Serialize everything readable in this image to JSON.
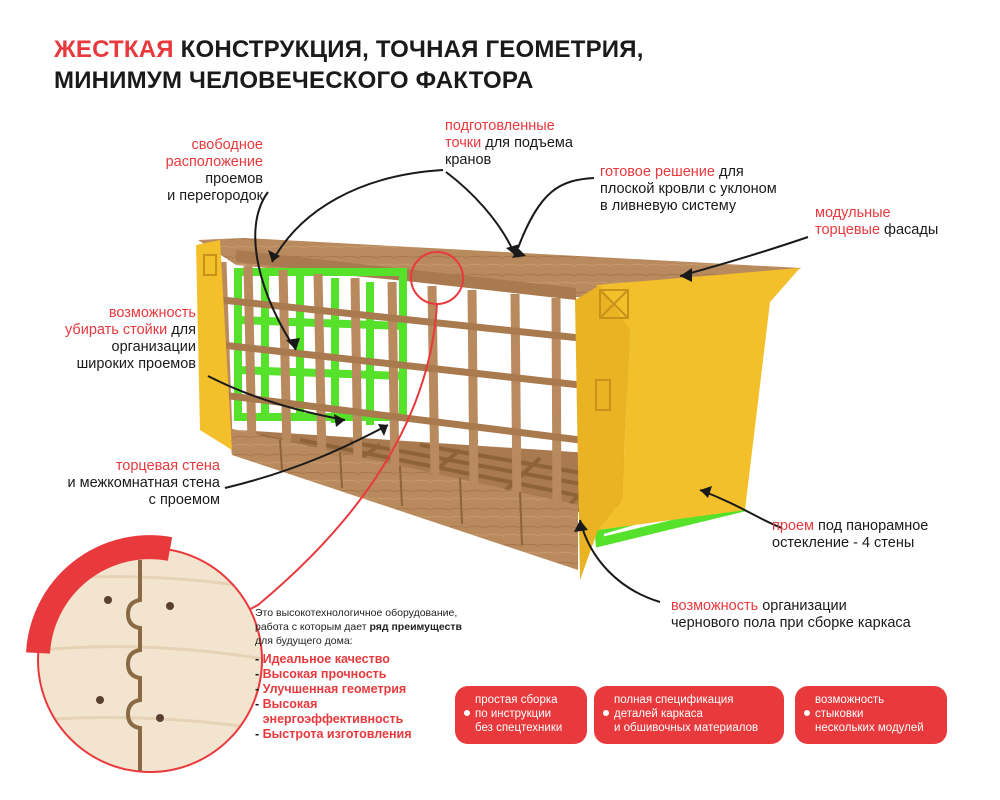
{
  "title": {
    "line1_accent": "ЖЕСТКАЯ",
    "line1_rest": " КОНСТРУКЦИЯ, ТОЧНАЯ ГЕОМЕТРИЯ,",
    "line2": "МИНИМУМ ЧЕЛОВЕЧЕСКОГО ФАКТОРА"
  },
  "callouts": {
    "free_layout": {
      "accent1": "свободное",
      "accent2": "расположение",
      "rest1": "проемов",
      "rest2": "и перегородок"
    },
    "crane_points": {
      "accent1": "подготовленные",
      "accent2": "точки",
      "rest2": " для подъема",
      "rest3": "кранов"
    },
    "flat_roof": {
      "accent": "готовое решение",
      "rest1": " для",
      "rest2": "плоской кровли с уклоном",
      "rest3": "в ливневую систему"
    },
    "modular_facades": {
      "accent1": "модульные",
      "accent2": "торцевые",
      "rest2": " фасады"
    },
    "remove_posts": {
      "accent1": "возможность",
      "accent2": "убирать стойки",
      "rest2": " для",
      "rest3": "организации",
      "rest4": "широких проемов"
    },
    "end_wall": {
      "accent": "торцевая стена",
      "rest1": "и межкомнатная стена",
      "rest2": "с проемом"
    },
    "panoramic": {
      "accent": "проем",
      "rest1": " под панорамное",
      "rest2": "остекление - 4 стены"
    },
    "subfloor": {
      "accent": "возможность",
      "rest1": " организации",
      "rest2": "чернового пола при сборке каркаса"
    }
  },
  "description": {
    "line1": "Это высокотехнологичное оборудование,",
    "line2_start": "работа с которым дает ",
    "line2_bold": "ряд преимуществ",
    "line3": "для будущего дома:"
  },
  "benefits": [
    "Идеальное качество",
    "Высокая прочность",
    "Улучшенная геометрия",
    "Высокая",
    "энергоэффективность",
    "Быстрота изготовления"
  ],
  "pills": [
    {
      "lines": [
        "простая сборка",
        "по инструкции",
        "без спецтехники"
      ]
    },
    {
      "lines": [
        "полная спецификация",
        "деталей каркаса",
        "и обшивочных материалов"
      ]
    },
    {
      "lines": [
        "возможность",
        "стыковки",
        "нескольких модулей"
      ]
    }
  ],
  "colors": {
    "accent_red": "#e8393d",
    "wood": "#b98a5e",
    "green": "#56e22a",
    "yellow": "#f3c02b"
  }
}
